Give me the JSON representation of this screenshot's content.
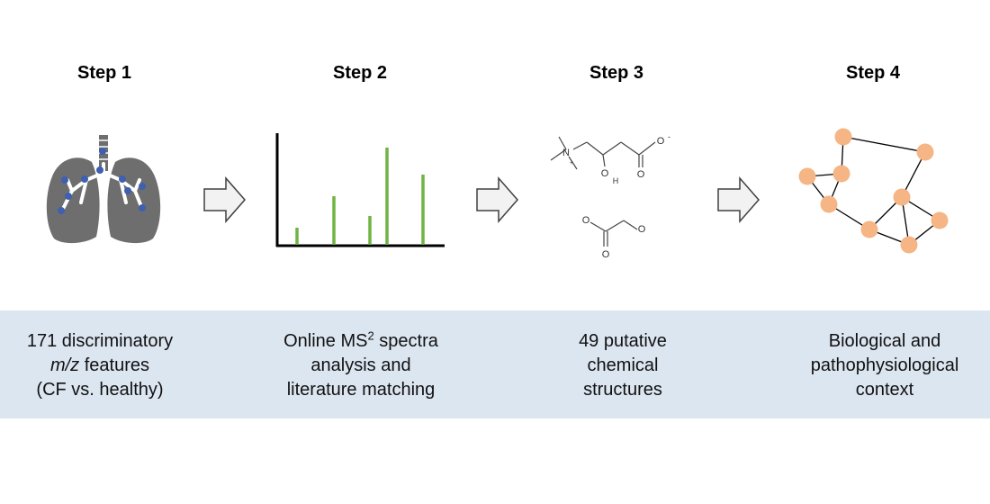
{
  "steps": [
    {
      "title": "Step 1",
      "line1": "171 discriminatory",
      "line2_italic": "m/z",
      "line2_rest": " features",
      "line3": "(CF vs. healthy)"
    },
    {
      "title": "Step 2",
      "line1_pre": "Online MS",
      "line1_sup": "2",
      "line1_post": " spectra",
      "line2": "analysis and",
      "line3": "literature matching"
    },
    {
      "title": "Step 3",
      "line1": "49 putative",
      "line2": "chemical",
      "line3": "structures"
    },
    {
      "title": "Step 4",
      "line1": "Biological and",
      "line2": "pathophysiological",
      "line3": "context"
    }
  ],
  "chem": {
    "n": "N",
    "plus": "+",
    "o": "O",
    "h": "H",
    "minus": "-"
  },
  "colors": {
    "band": "#dce6f1",
    "lung": "#6e6e6e",
    "dot": "#3f5fb0",
    "bar": "#6fb443",
    "node": "#f5b585"
  }
}
